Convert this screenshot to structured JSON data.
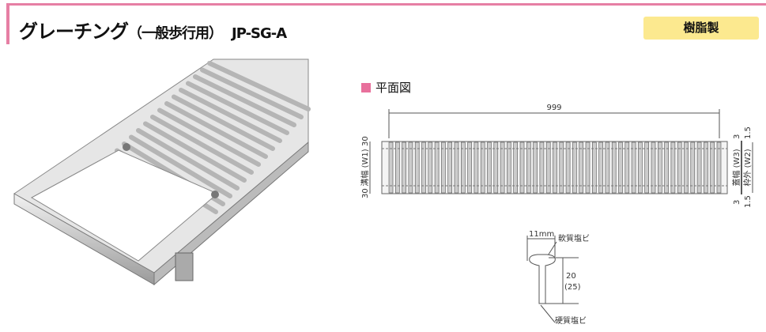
{
  "header": {
    "title": "グレーチング",
    "subtitle": "（一般歩行用）",
    "model": "JP-SG-A",
    "material_badge": "樹脂製"
  },
  "plan": {
    "label": "平面図",
    "length": "999",
    "left_top": "30",
    "left_mid": "溝幅 (W1)",
    "left_bottom": "30",
    "right_w3": "蓋幅 (W3)",
    "right_w2": "枠外 (W2)",
    "right_3_top": "3",
    "right_15_top": "1.5",
    "right_3_bottom": "3",
    "right_15_bottom": "1.5"
  },
  "section": {
    "width": "11mm",
    "top_material": "軟質塩ビ",
    "height": "20",
    "height_alt": "(25)",
    "bottom_material": "硬質塩ビ"
  },
  "colors": {
    "accent": "#e67fa4",
    "badge": "#fce98f"
  }
}
